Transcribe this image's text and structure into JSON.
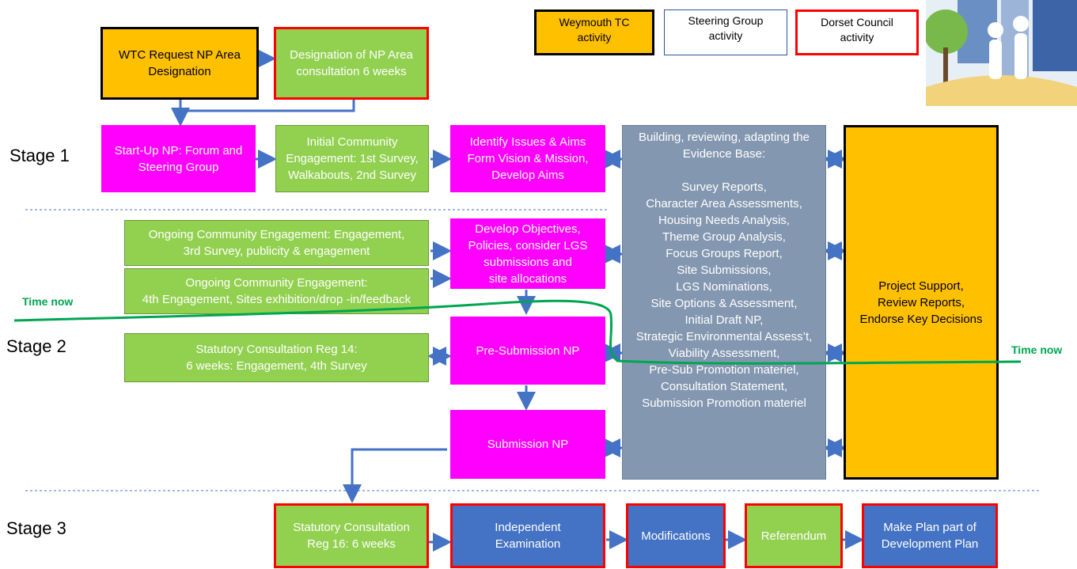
{
  "legend": {
    "weymouth": "Weymouth TC\nactivity",
    "steering": "Steering Group\nactivity",
    "dorset": "Dorset Council\nactivity"
  },
  "stages": {
    "stage1": "Stage 1",
    "stage2": "Stage 2",
    "stage3": "Stage 3"
  },
  "time_now": {
    "left": "Time now",
    "right": "Time now"
  },
  "boxes": {
    "wtc_request": "WTC Request NP Area\nDesignation",
    "designation": "Designation of NP Area\nconsultation 6 weeks",
    "startup": "Start-Up NP: Forum and\nSteering Group",
    "initial_engagement": "Initial Community\nEngagement: 1st Survey,\nWalkabouts, 2nd Survey",
    "identify_issues": "Identify Issues & Aims\nForm Vision & Mission,\nDevelop Aims",
    "ongoing1": "Ongoing Community Engagement: Engagement,\n3rd Survey, publicity & engagement",
    "ongoing2": "Ongoing Community Engagement:\n4th Engagement, Sites exhibition/drop -in/feedback",
    "develop_objectives": "Develop Objectives,\nPolicies, consider LGS\nsubmissions and\nsite allocations",
    "reg14": "Statutory Consultation Reg 14:\n6 weeks: Engagement, 4th Survey",
    "presubmission": "Pre-Submission NP",
    "submission": "Submission NP",
    "evidence_base": "Building, reviewing, adapting the\nEvidence Base:\n\nSurvey Reports,\nCharacter Area Assessments,\nHousing Needs Analysis,\nTheme Group Analysis,\nFocus Groups Report,\nSite Submissions,\nLGS Nominations,\nSite Options & Assessment,\nInitial Draft NP,\nStrategic Environmental  Assess’t,\nViability Assessment,\nPre-Sub Promotion materiel,\nConsultation Statement,\nSubmission Promotion materiel",
    "project_support": "Project Support,\nReview Reports,\nEndorse Key Decisions",
    "reg16": "Statutory Consultation\nReg 16: 6 weeks",
    "independent_exam": "Independent\nExamination",
    "modifications": "Modifications",
    "referendum": "Referendum",
    "make_plan": "Make Plan part of\nDevelopment Plan"
  },
  "colors": {
    "green": "#92d050",
    "magenta": "#ff00ff",
    "orange": "#ffc000",
    "blue": "#4472c4",
    "grey": "#8497b0",
    "arrow": "#4472c4",
    "timeline": "#00a651"
  }
}
